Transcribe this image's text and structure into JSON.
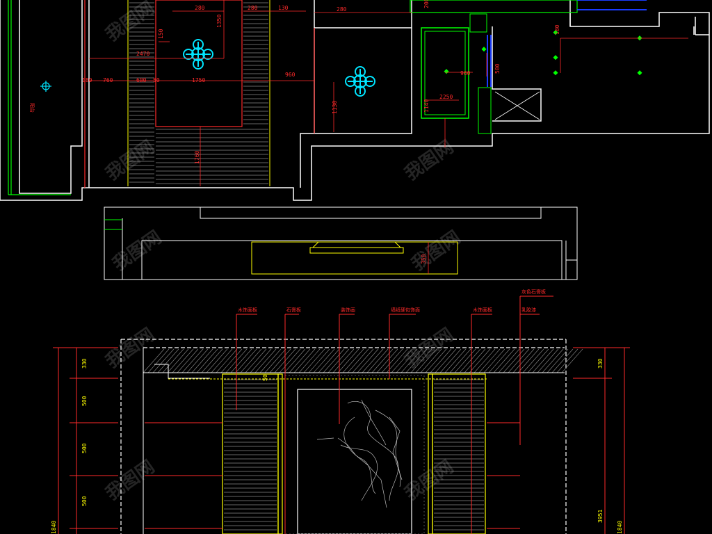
{
  "drawing": {
    "background": "#000000",
    "colors": {
      "wall": "#ffffff",
      "dimension": "#ff2a2a",
      "fixture": "#00e5ff",
      "furniture": "#00ff00",
      "ceiling": "#ffff00",
      "window": "#1a3cff"
    },
    "plan_dimensions": {
      "d1": "280",
      "d2": "2470",
      "d3": "180",
      "d4": "760",
      "d5": "600",
      "d6": "50",
      "d7": "1750",
      "d8": "150",
      "d9": "1350",
      "d10": "280",
      "d11": "130",
      "d12": "280",
      "d13": "960",
      "d14": "1130",
      "d15": "1760",
      "d16": "200",
      "d17": "960",
      "d18": "2250",
      "d19": "1140",
      "d20": "180",
      "d21": "500"
    },
    "section_dimensions": {
      "s1": "350"
    },
    "elevation_labels": {
      "l1": "木饰面板",
      "l2": "石膏板",
      "l3": "装饰画",
      "l4": "墙纸硬包饰面",
      "l5": "木饰面板",
      "l6": "灰色石膏板",
      "l7": "乳胶漆"
    },
    "elevation_dimensions": {
      "left": [
        "330",
        "500",
        "500",
        "500",
        "1840"
      ],
      "right": [
        "330",
        "3951",
        "1840"
      ],
      "inner": "50"
    },
    "room_label": "阳台",
    "icons": [
      "ceiling-light-icon",
      "ceiling-light-icon",
      "downlight-icon"
    ]
  }
}
